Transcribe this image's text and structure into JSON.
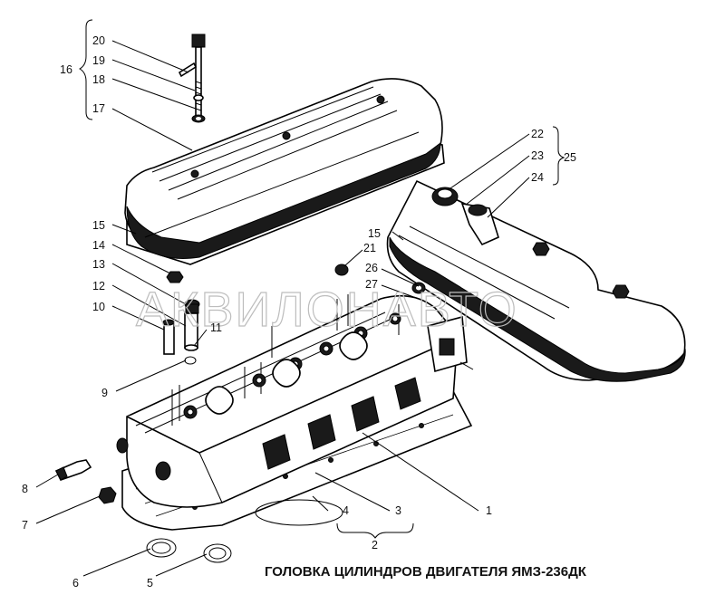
{
  "title": "ГОЛОВКА ЦИЛИНДРОВ ДВИГАТЕЛЯ ЯМЗ-236ДК",
  "watermark": "АКВИЛОНАВТО",
  "callouts": [
    "1",
    "2",
    "3",
    "4",
    "5",
    "6",
    "7",
    "8",
    "9",
    "10",
    "11",
    "12",
    "13",
    "14",
    "15",
    "15",
    "16",
    "17",
    "18",
    "19",
    "20",
    "21",
    "22",
    "23",
    "24",
    "25",
    "26",
    "27"
  ]
}
